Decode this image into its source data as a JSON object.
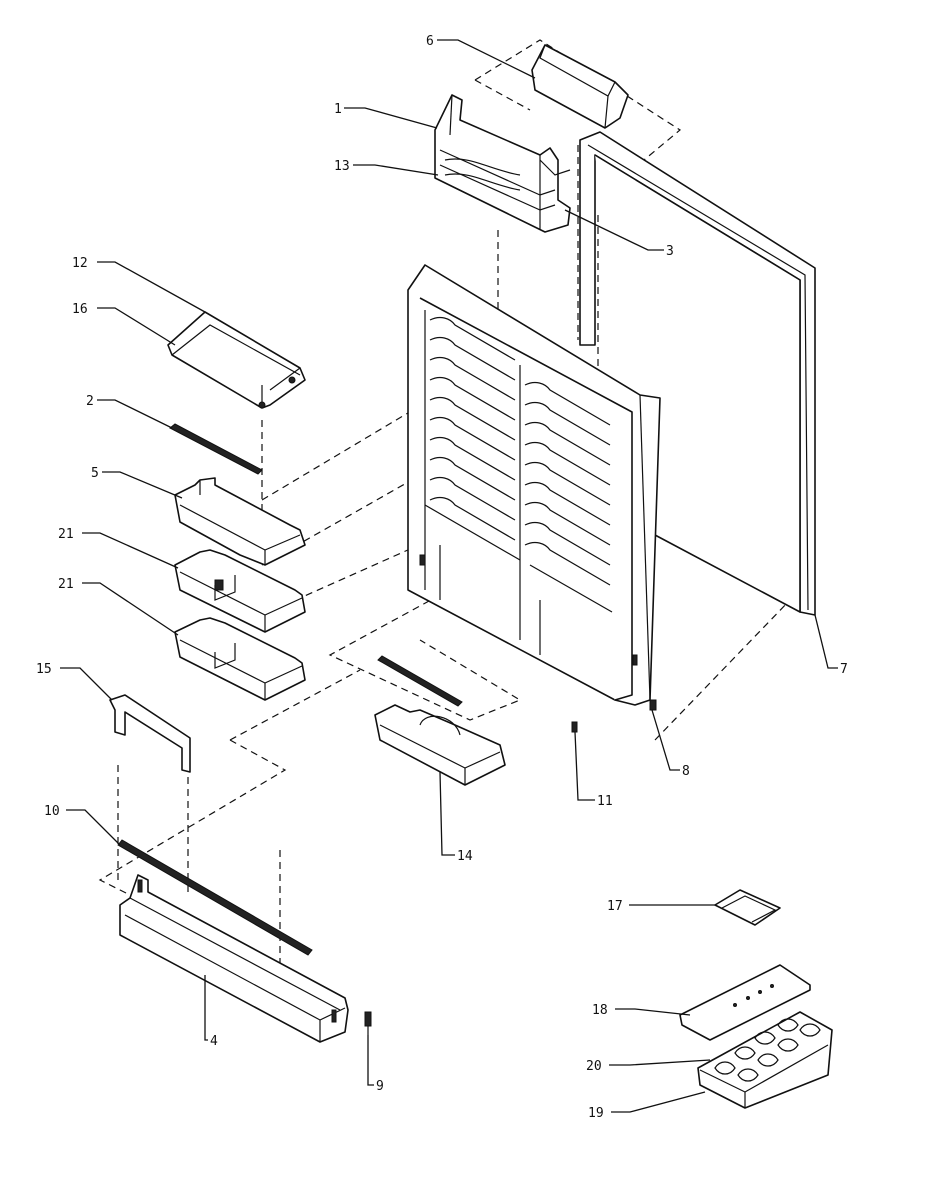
{
  "diagram": {
    "callouts": [
      "6",
      "1",
      "13",
      "3",
      "12",
      "16",
      "2",
      "5",
      "21",
      "21",
      "15",
      "7",
      "8",
      "11",
      "14",
      "10",
      "4",
      "9",
      "17",
      "18",
      "20",
      "19"
    ]
  },
  "colors": {
    "line": "#111111",
    "background": "#ffffff"
  }
}
